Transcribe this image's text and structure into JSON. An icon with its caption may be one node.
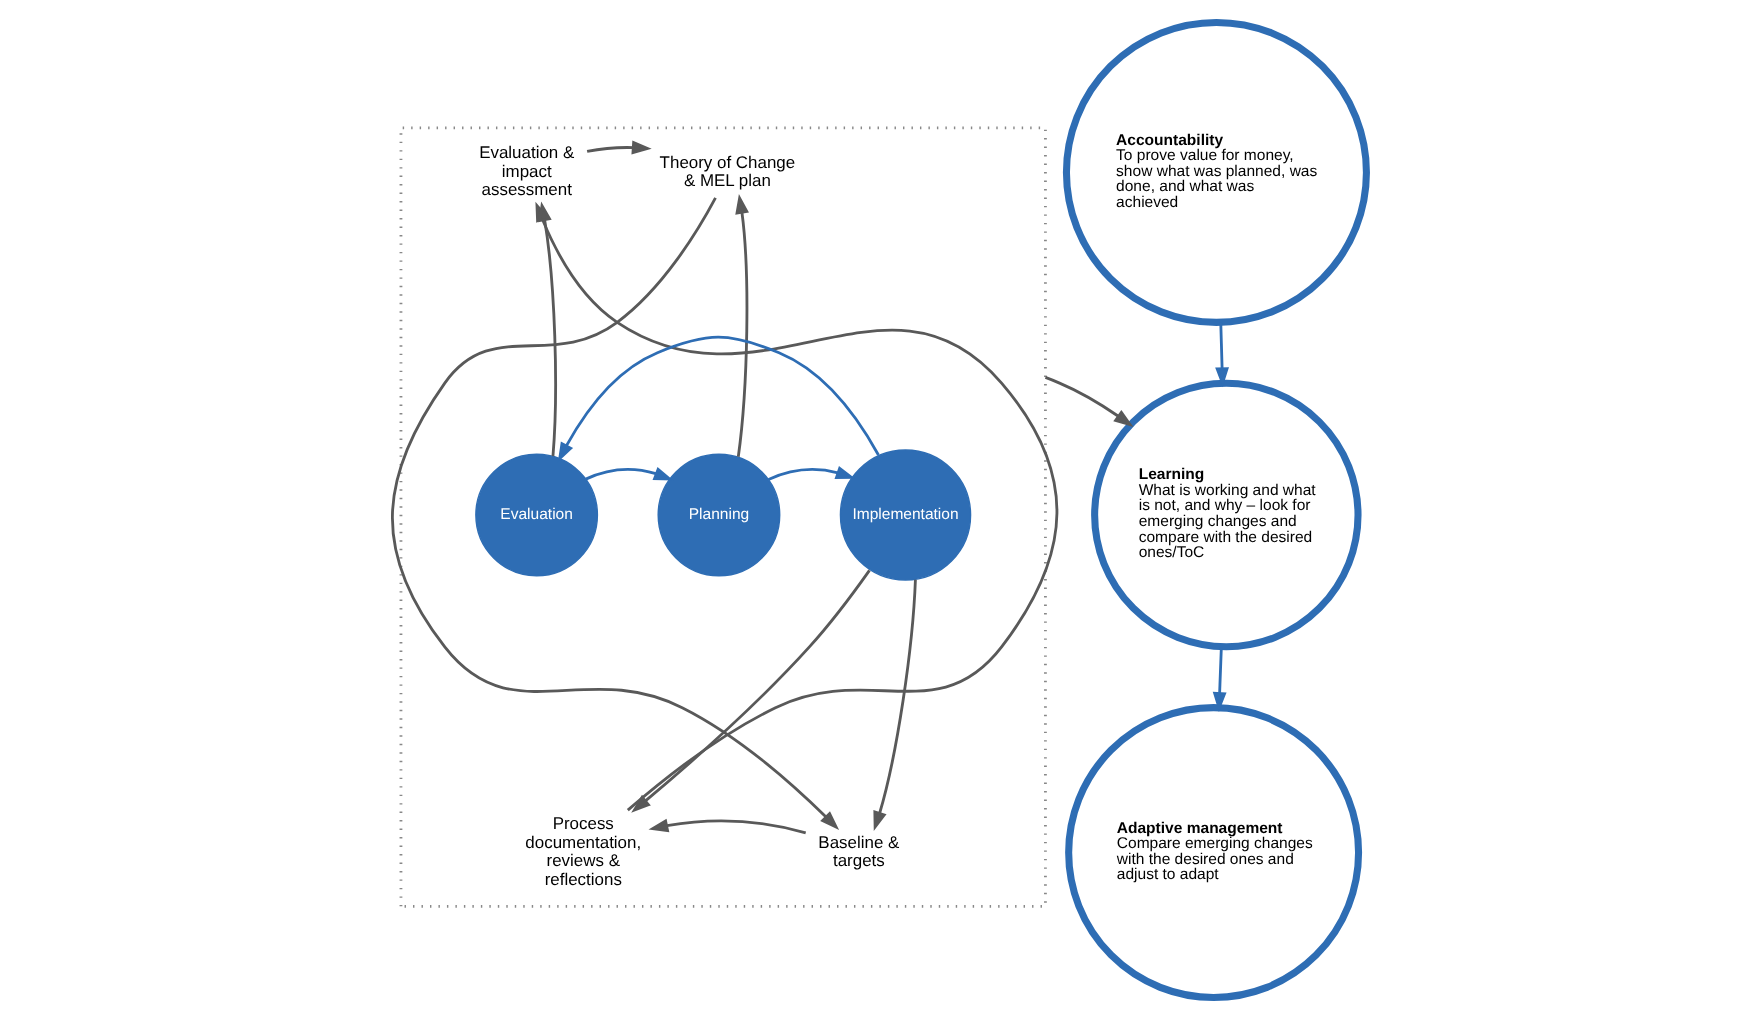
{
  "diagram": {
    "nodes": [
      {
        "text": [],
        "shape": "box"
      },
      {
        "text": [
          "Evaluation & impact assessment"
        ],
        "in": 0
      },
      {
        "text": [
          "Theory of Change & MEL plan"
        ],
        "in": 0
      },
      {
        "text": [
          "Baseline & targets"
        ],
        "in": 0
      },
      {
        "text": [
          "Process documentation, reviews & reflections"
        ],
        "in": 0
      },
      {
        "text": [
          "Evaluation"
        ],
        "in": 0
      },
      {
        "text": [
          "Planning"
        ],
        "in": 0
      },
      {
        "text": [
          "Implementation"
        ],
        "in": 0
      },
      {
        "text": [
          "Accountability",
          "To prove value for money, show what was planned, was done, and what was achieved"
        ]
      },
      {
        "text": [
          "Learning",
          "What is working and what is not, and why – look for emerging changes and compare with the desired ones/ToC"
        ]
      },
      {
        "text": [
          "Adaptive management",
          "Compare emerging changes with the desired ones and adjust to adapt"
        ]
      }
    ],
    "edges": [
      {
        "from": 1,
        "to": 2,
        "arrow": "to"
      },
      {
        "from": 2,
        "to": 3,
        "arrow": "to"
      },
      {
        "from": 3,
        "to": 4,
        "arrow": "to"
      },
      {
        "from": 4,
        "to": 1,
        "arrow": "to"
      },
      {
        "from": 5,
        "to": 1,
        "arrow": "to"
      },
      {
        "from": 6,
        "to": 2,
        "arrow": "to"
      },
      {
        "from": 7,
        "to": 3,
        "arrow": "to"
      },
      {
        "from": 7,
        "to": 4,
        "arrow": "to"
      },
      {
        "from": 5,
        "to": 6,
        "arrow": "to",
        "color": "#2e6db4"
      },
      {
        "from": 6,
        "to": 7,
        "arrow": "to",
        "color": "#2e6db4"
      },
      {
        "from": 7,
        "to": 5,
        "arrow": "to",
        "color": "#2e6db4"
      },
      {
        "from": 0,
        "to": 9,
        "arrow": "to"
      },
      {
        "from": 8,
        "to": 9,
        "arrow": "to",
        "color": "#2e6db4"
      },
      {
        "from": 9,
        "to": 10,
        "arrow": "to",
        "color": "#2e6db4"
      }
    ]
  }
}
